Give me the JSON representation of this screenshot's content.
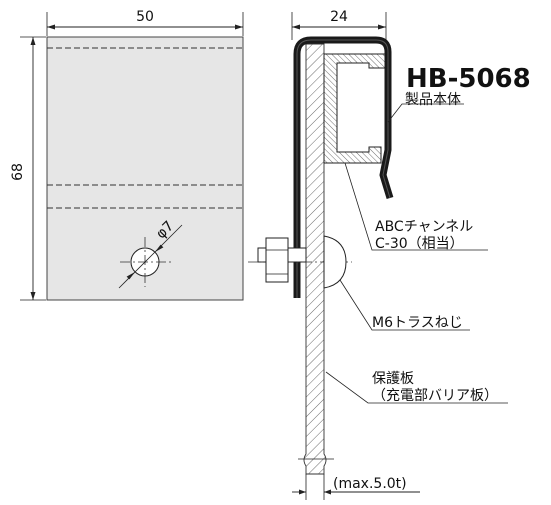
{
  "dimensions": {
    "width": "50",
    "height": "68",
    "hole": "φ7",
    "depth": "24",
    "thickness": "(max.5.0t)"
  },
  "labels": {
    "model": "HB-5068",
    "body": "製品本体",
    "channel_line1": "ABCチャンネル",
    "channel_line2": "C-30（相当）",
    "screw": "M6トラスねじ",
    "plate_line1": "保護板",
    "plate_line2": "（充電部バリア板）"
  },
  "colors": {
    "plate_fill": "#e6e6e6",
    "body_stroke": "#1a1a1a",
    "line": "#222222"
  }
}
